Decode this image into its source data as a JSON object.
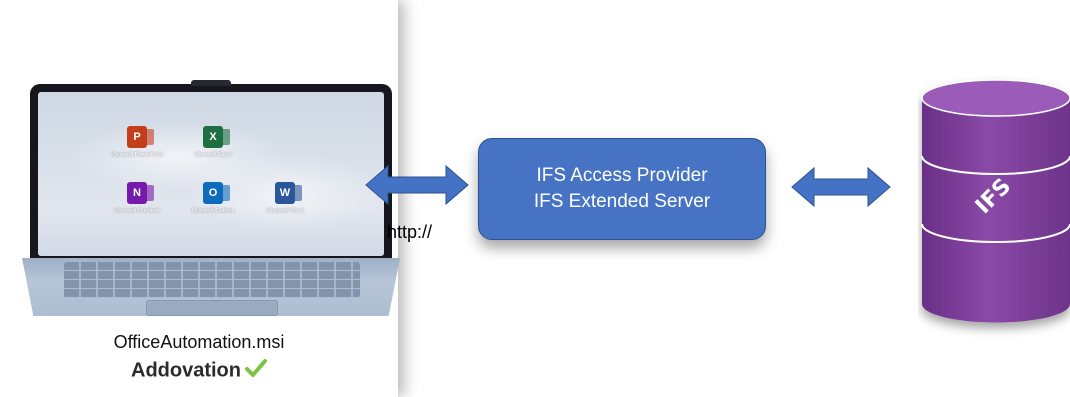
{
  "laptop": {
    "apps": [
      {
        "name": "Microsoft PowerPoint",
        "letter": "P",
        "color": "#c43e1c"
      },
      {
        "name": "Microsoft Excel",
        "letter": "X",
        "color": "#1d6f42"
      },
      {
        "name": "Microsoft OneNote",
        "letter": "N",
        "color": "#7719aa"
      },
      {
        "name": "Microsoft Outlook",
        "letter": "O",
        "color": "#0f6cbd"
      },
      {
        "name": "Microsoft Word",
        "letter": "W",
        "color": "#2b579a"
      }
    ]
  },
  "caption": {
    "file": "OfficeAutomation.msi",
    "brand": "Addovation",
    "brand_check_color": "#7dc242"
  },
  "connection": {
    "protocol": "http://"
  },
  "server": {
    "line1": "IFS Access Provider",
    "line2": "IFS Extended Server",
    "fill": "#4673c4"
  },
  "database": {
    "label": "IFS",
    "fill": "#7b3f98"
  },
  "arrow_color": "#4472c4"
}
